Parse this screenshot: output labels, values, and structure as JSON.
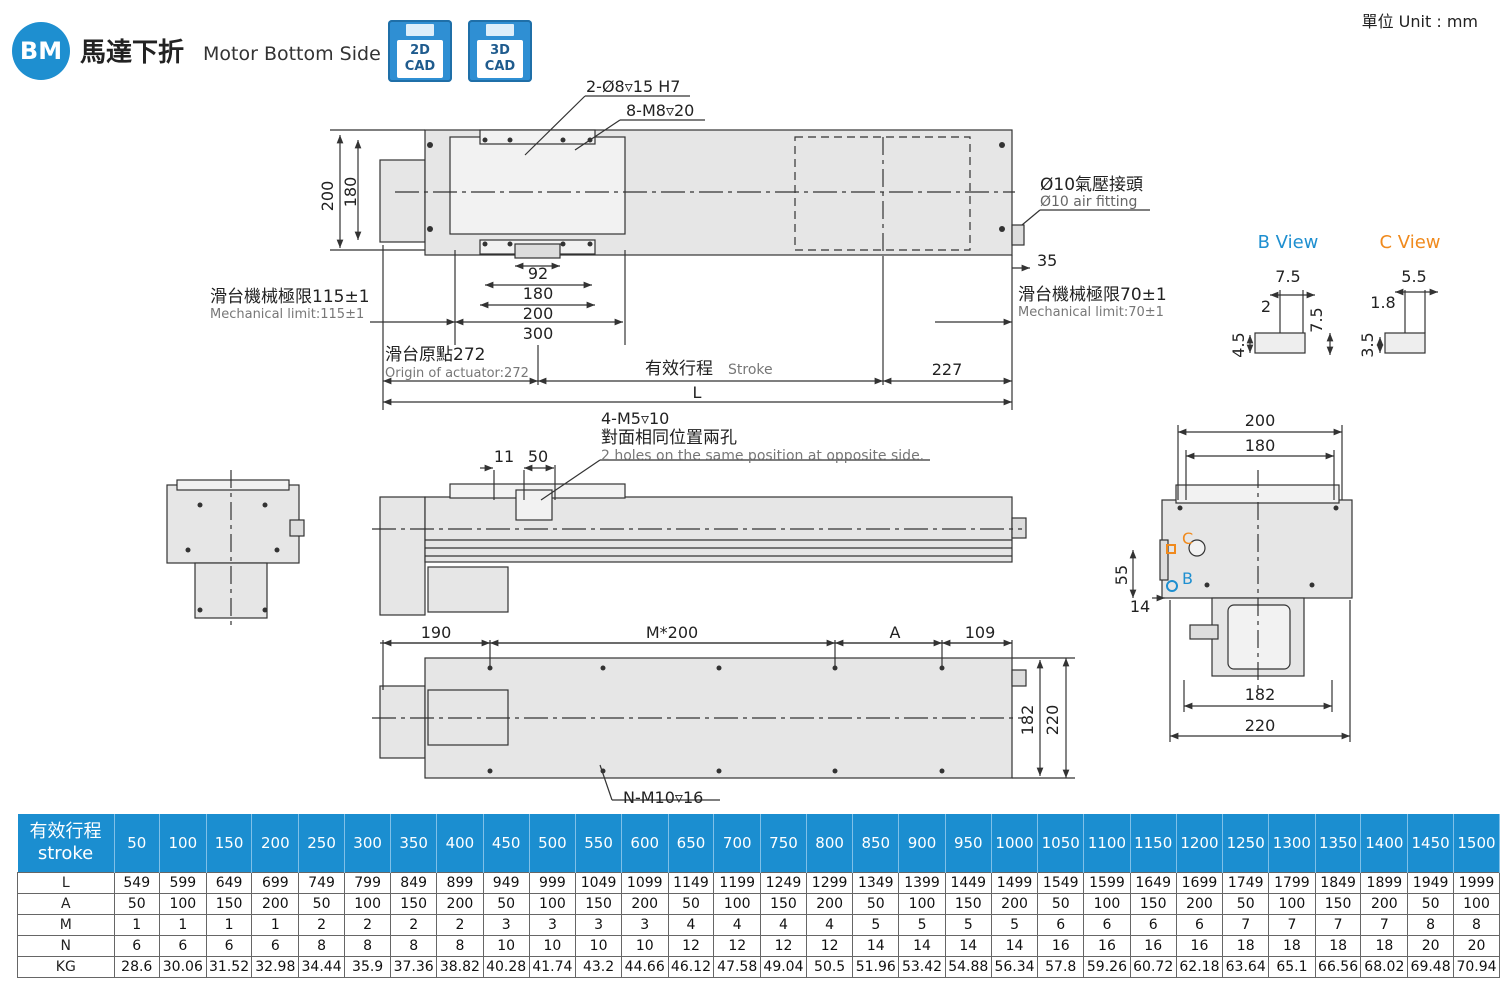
{
  "header": {
    "badge": "BM",
    "title": "馬達下折",
    "subtitle": "Motor Bottom Side",
    "unit": "單位 Unit : mm"
  },
  "cad_buttons": [
    {
      "label": "2D\nCAD",
      "line1": "2D",
      "line2": "CAD"
    },
    {
      "label": "3D\nCAD",
      "line1": "3D",
      "line2": "CAD"
    }
  ],
  "annotations": {
    "holes_top": "2-Ø8▿15 H7",
    "bolts_top": "8-M8▿20",
    "air_fitting_cn": "Ø10氣壓接頭",
    "air_fitting_en": "Ø10 air fitting",
    "dim_200_left": "200",
    "dim_180_left": "180",
    "dim_92": "92",
    "dim_180_mid": "180",
    "dim_200_mid": "200",
    "dim_300": "300",
    "dim_35": "35",
    "mech_limit_left_cn": "滑台機械極限115±1",
    "mech_limit_left_en": "Mechanical limit:115±1",
    "mech_limit_right_cn": "滑台機械極限70±1",
    "mech_limit_right_en": "Mechanical limit:70±1",
    "origin_cn": "滑台原點272",
    "origin_en": "Origin of actuator:272",
    "stroke_cn": "有效行程",
    "stroke_en": "Stroke",
    "dim_227": "227",
    "dim_L": "L",
    "b_view": "B View",
    "c_view": "C View",
    "bview_75_top": "7.5",
    "bview_2": "2",
    "bview_75_side": "7.5",
    "bview_45": "4.5",
    "cview_55": "5.5",
    "cview_18": "1.8",
    "cview_35": "3.5",
    "m5_holes": "4-M5▿10",
    "m5_cn": "對面相同位置兩孔",
    "m5_en": "2 holes on the same position at opposite side.",
    "dim_11": "11",
    "dim_50": "50",
    "end_200": "200",
    "end_180": "180",
    "end_55": "55",
    "end_14": "14",
    "end_C": "C",
    "end_B": "B",
    "end_182": "182",
    "end_220": "220",
    "dim_190": "190",
    "dim_M200": "M*200",
    "dim_A": "A",
    "dim_109": "109",
    "side_182": "182",
    "side_220": "220",
    "n_m10": "N-M10▿16"
  },
  "table": {
    "header_cn": "有效行程",
    "header_en": "stroke",
    "strokes": [
      "50",
      "100",
      "150",
      "200",
      "250",
      "300",
      "350",
      "400",
      "450",
      "500",
      "550",
      "600",
      "650",
      "700",
      "750",
      "800",
      "850",
      "900",
      "950",
      "1000",
      "1050",
      "1100",
      "1150",
      "1200",
      "1250",
      "1300",
      "1350",
      "1400",
      "1450",
      "1500"
    ],
    "rows": [
      {
        "label": "L",
        "values": [
          "549",
          "599",
          "649",
          "699",
          "749",
          "799",
          "849",
          "899",
          "949",
          "999",
          "1049",
          "1099",
          "1149",
          "1199",
          "1249",
          "1299",
          "1349",
          "1399",
          "1449",
          "1499",
          "1549",
          "1599",
          "1649",
          "1699",
          "1749",
          "1799",
          "1849",
          "1899",
          "1949",
          "1999"
        ]
      },
      {
        "label": "A",
        "values": [
          "50",
          "100",
          "150",
          "200",
          "50",
          "100",
          "150",
          "200",
          "50",
          "100",
          "150",
          "200",
          "50",
          "100",
          "150",
          "200",
          "50",
          "100",
          "150",
          "200",
          "50",
          "100",
          "150",
          "200",
          "50",
          "100",
          "150",
          "200",
          "50",
          "100"
        ]
      },
      {
        "label": "M",
        "values": [
          "1",
          "1",
          "1",
          "1",
          "2",
          "2",
          "2",
          "2",
          "3",
          "3",
          "3",
          "3",
          "4",
          "4",
          "4",
          "4",
          "5",
          "5",
          "5",
          "5",
          "6",
          "6",
          "6",
          "6",
          "7",
          "7",
          "7",
          "7",
          "8",
          "8"
        ]
      },
      {
        "label": "N",
        "values": [
          "6",
          "6",
          "6",
          "6",
          "8",
          "8",
          "8",
          "8",
          "10",
          "10",
          "10",
          "10",
          "12",
          "12",
          "12",
          "12",
          "14",
          "14",
          "14",
          "14",
          "16",
          "16",
          "16",
          "16",
          "18",
          "18",
          "18",
          "18",
          "20",
          "20"
        ]
      },
      {
        "label": "KG",
        "values": [
          "28.6",
          "30.06",
          "31.52",
          "32.98",
          "34.44",
          "35.9",
          "37.36",
          "38.82",
          "40.28",
          "41.74",
          "43.2",
          "44.66",
          "46.12",
          "47.58",
          "49.04",
          "50.5",
          "51.96",
          "53.42",
          "54.88",
          "56.34",
          "57.8",
          "59.26",
          "60.72",
          "62.18",
          "63.64",
          "65.1",
          "66.56",
          "68.02",
          "69.48",
          "70.94"
        ]
      }
    ]
  },
  "colors": {
    "accent": "#1b8ed0",
    "body_fill": "#e6e6e6",
    "line": "#333333",
    "view_b": "#1e8fd0",
    "view_c": "#f08a1d"
  }
}
